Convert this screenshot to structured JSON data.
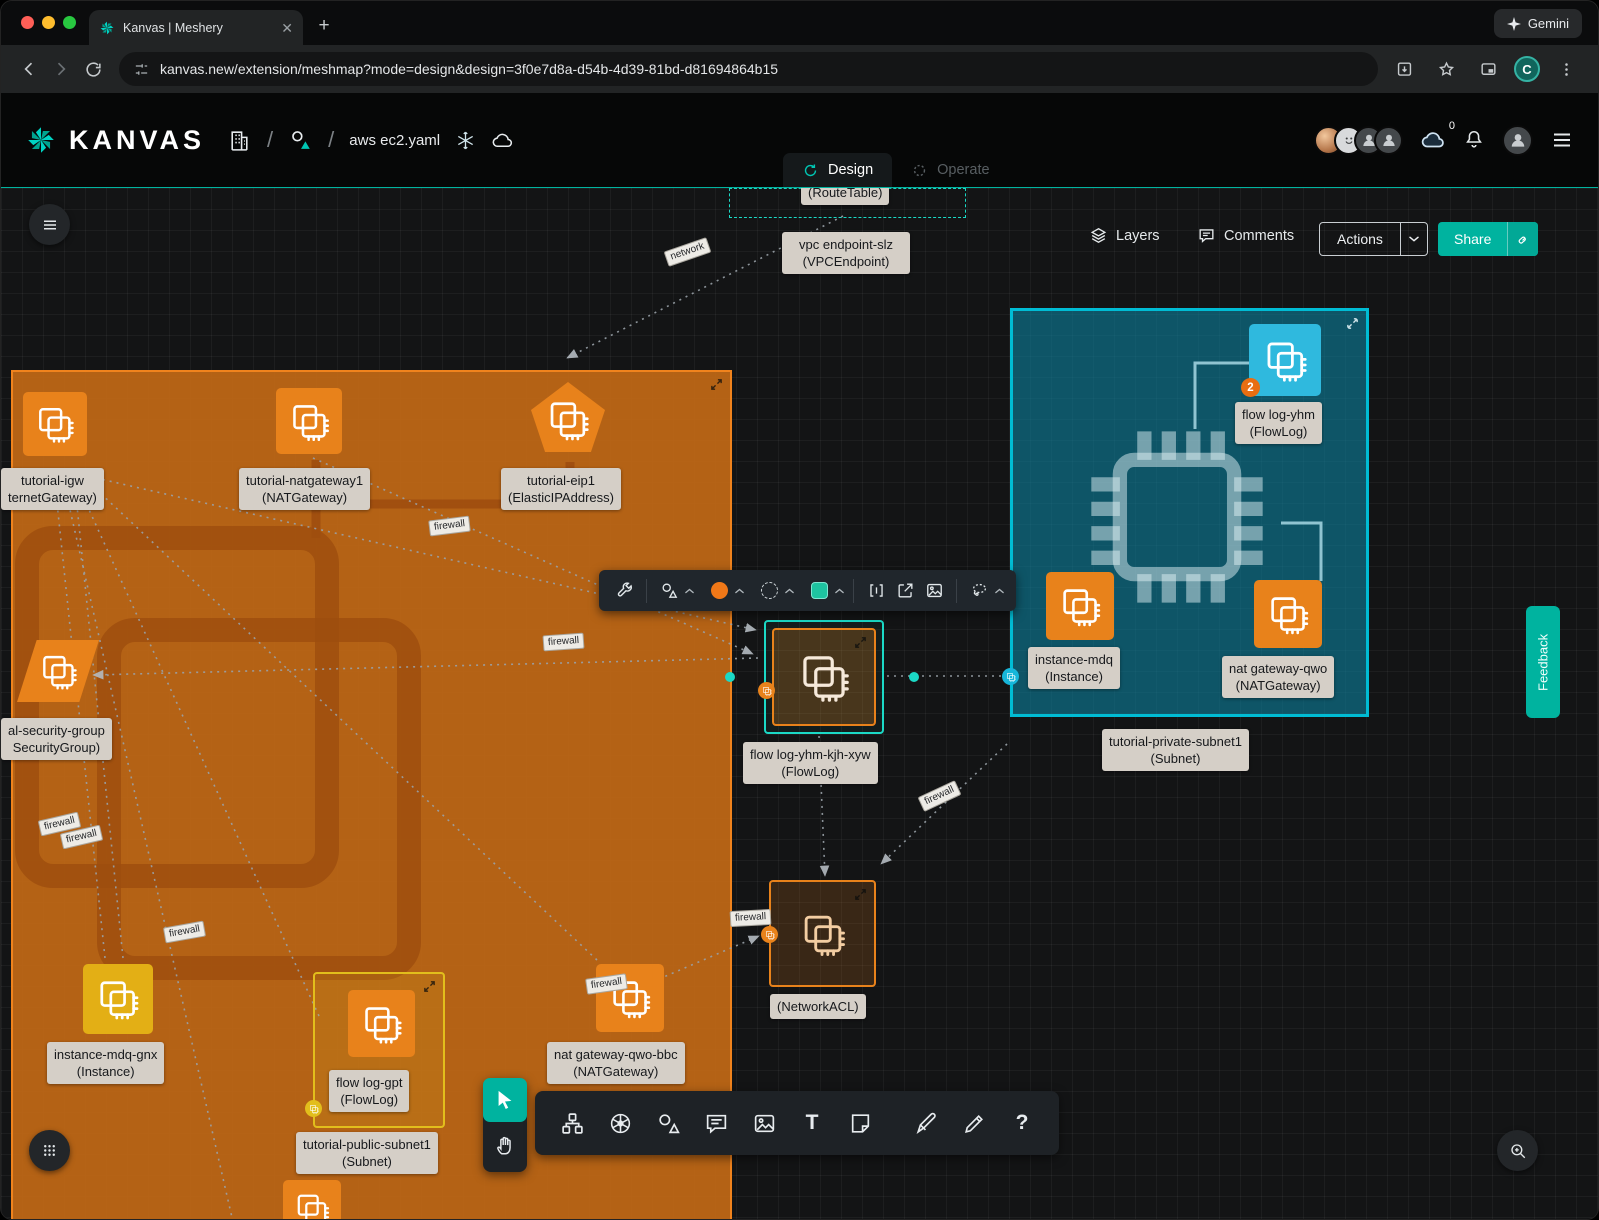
{
  "browser": {
    "tab_title": "Kanvas | Meshery",
    "gemini_label": "Gemini",
    "url": "kanvas.new/extension/meshmap?mode=design&design=3f0e7d8a-d54b-4d39-81bd-d81694864b15",
    "profile_initial": "C"
  },
  "header": {
    "brand": "KANVAS",
    "file_name": "aws ec2.yaml",
    "notification_count": "0"
  },
  "mode_tabs": {
    "design": "Design",
    "operate": "Operate"
  },
  "canvas_controls": {
    "layers": "Layers",
    "comments": "Comments",
    "actions": "Actions",
    "share": "Share"
  },
  "tools": {
    "text_tool": "T",
    "help": "?"
  },
  "feedback_label": "Feedback",
  "edge_labels": {
    "network": "network",
    "firewall": "firewall"
  },
  "nodes": {
    "route_table": {
      "type": "(RouteTable)"
    },
    "vpc_endpoint": {
      "name": "vpc endpoint-slz",
      "type": "(VPCEndpoint)"
    },
    "flow_log_yhm": {
      "name": "flow log-yhm",
      "type": "(FlowLog)",
      "badge": "2"
    },
    "instance_mdq": {
      "name": "instance-mdq",
      "type": "(Instance)"
    },
    "nat_gateway_qwo": {
      "name": "nat gateway-qwo",
      "type": "(NATGateway)"
    },
    "private_subnet": {
      "name": "tutorial-private-subnet1",
      "type": "(Subnet)"
    },
    "tutorial_igw": {
      "name": "tutorial-igw",
      "type": "ternetGateway)"
    },
    "tutorial_natgateway1": {
      "name": "tutorial-natgateway1",
      "type": "(NATGateway)"
    },
    "tutorial_eip1": {
      "name": "tutorial-eip1",
      "type": "(ElasticIPAddress)"
    },
    "security_group": {
      "name": "al-security-group",
      "type": "SecurityGroup)"
    },
    "instance_mdq_gnx": {
      "name": "instance-mdq-gnx",
      "type": "(Instance)"
    },
    "flow_log_gpt": {
      "name": "flow log-gpt",
      "type": "(FlowLog)"
    },
    "nat_gateway_qwo_bbc": {
      "name": "nat gateway-qwo-bbc",
      "type": "(NATGateway)"
    },
    "public_subnet": {
      "name": "tutorial-public-subnet1",
      "type": "(Subnet)"
    },
    "flow_log_selected": {
      "name": "flow log-yhm-kjh-xyw",
      "type": "(FlowLog)"
    },
    "network_acl": {
      "type": "(NetworkACL)"
    }
  },
  "colors": {
    "accent_teal": "#00B39F",
    "selection_cyan": "#1BD9C6",
    "node_orange": "#E8821B",
    "subnet_cyan_border": "#00BCD4",
    "instance_yellow": "#E3AF15"
  }
}
